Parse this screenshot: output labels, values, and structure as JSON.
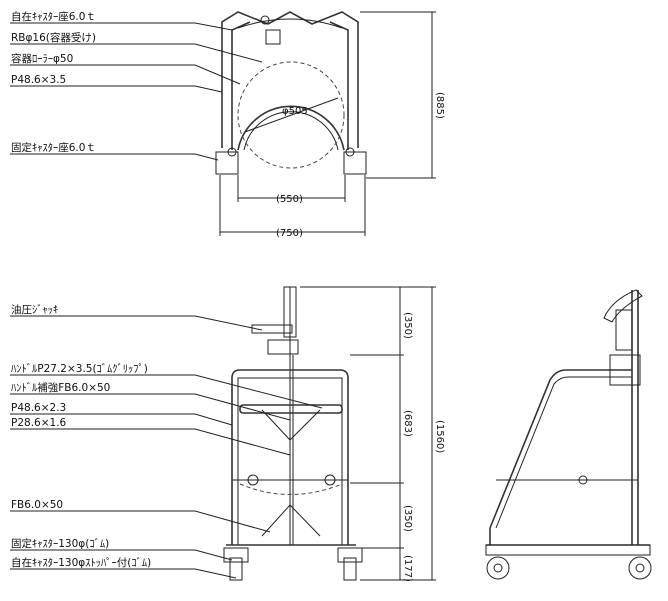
{
  "top_view": {
    "labels": [
      "自在ｷｬｽﾀｰ座6.0ｔ",
      "RBφ16(容器受け)",
      "容器ﾛｰﾗｰφ50",
      "P48.6×3.5",
      "固定ｷｬｽﾀｰ座6.0ｔ"
    ],
    "dims": {
      "diameter": "φ505",
      "height": "(885)",
      "inner_width": "(550)",
      "outer_width": "(750)"
    }
  },
  "front_view": {
    "labels": [
      "油圧ｼﾞｬｯｷ",
      "ﾊﾝﾄﾞﾙP27.2×3.5(ｺﾞﾑｸﾞﾘｯﾌﾟ)",
      "ﾊﾝﾄﾞﾙ補強FB6.0×50",
      "P48.6×2.3",
      "P28.6×1.6",
      "FB6.0×50",
      "固定ｷｬｽﾀｰ130φ(ｺﾞﾑ)",
      "自在ｷｬｽﾀｰ130φｽﾄｯﾊﾟｰ付(ｺﾞﾑ)"
    ],
    "dims": {
      "total": "(1560)",
      "d1": "(350)",
      "d2": "(683)",
      "d3": "(350)",
      "d4": "(177)"
    }
  }
}
